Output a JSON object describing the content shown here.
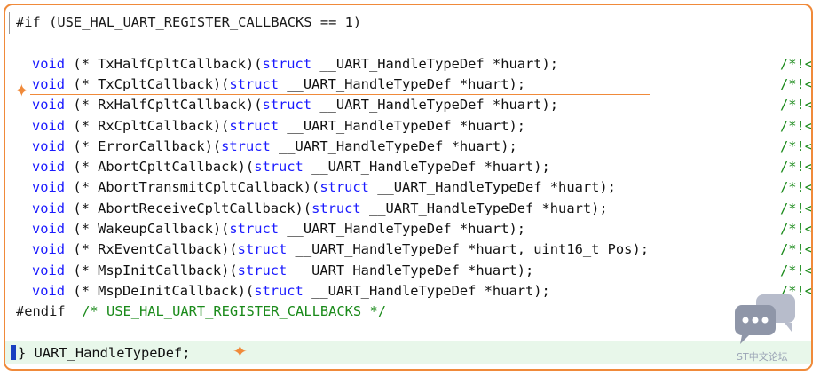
{
  "editor": {
    "lines": [
      {
        "kind": "pp",
        "parts": [
          {
            "c": "pp",
            "t": "#if (USE_HAL_UART_REGISTER_CALLBACKS == 1)"
          }
        ]
      },
      {
        "kind": "blank",
        "parts": []
      },
      {
        "kind": "decl",
        "parts": [
          {
            "c": "kw",
            "t": "void"
          },
          {
            "c": "tx",
            "t": " (* TxHalfCpltCallback)("
          },
          {
            "c": "kw",
            "t": "struct"
          },
          {
            "c": "tx",
            "t": " __UART_HandleTypeDef *huart);"
          },
          {
            "c": "cm",
            "t": "/*!<"
          }
        ]
      },
      {
        "kind": "decl",
        "parts": [
          {
            "c": "kw",
            "t": "void"
          },
          {
            "c": "tx",
            "t": " (* TxCpltCallback)("
          },
          {
            "c": "kw",
            "t": "struct"
          },
          {
            "c": "tx",
            "t": " __UART_HandleTypeDef *huart);"
          },
          {
            "c": "cm",
            "t": "/*!<"
          }
        ]
      },
      {
        "kind": "decl",
        "parts": [
          {
            "c": "kw",
            "t": "void"
          },
          {
            "c": "tx",
            "t": " (* RxHalfCpltCallback)("
          },
          {
            "c": "kw",
            "t": "struct"
          },
          {
            "c": "tx",
            "t": " __UART_HandleTypeDef *huart);"
          },
          {
            "c": "cm",
            "t": "/*!<"
          }
        ]
      },
      {
        "kind": "decl",
        "parts": [
          {
            "c": "kw",
            "t": "void"
          },
          {
            "c": "tx",
            "t": " (* RxCpltCallback)("
          },
          {
            "c": "kw",
            "t": "struct"
          },
          {
            "c": "tx",
            "t": " __UART_HandleTypeDef *huart);"
          },
          {
            "c": "cm",
            "t": "/*!<"
          }
        ]
      },
      {
        "kind": "decl",
        "parts": [
          {
            "c": "kw",
            "t": "void"
          },
          {
            "c": "tx",
            "t": " (* ErrorCallback)("
          },
          {
            "c": "kw",
            "t": "struct"
          },
          {
            "c": "tx",
            "t": " __UART_HandleTypeDef *huart);"
          },
          {
            "c": "cm",
            "t": "/*!<"
          }
        ]
      },
      {
        "kind": "decl",
        "parts": [
          {
            "c": "kw",
            "t": "void"
          },
          {
            "c": "tx",
            "t": " (* AbortCpltCallback)("
          },
          {
            "c": "kw",
            "t": "struct"
          },
          {
            "c": "tx",
            "t": " __UART_HandleTypeDef *huart);"
          },
          {
            "c": "cm",
            "t": "/*!<"
          }
        ]
      },
      {
        "kind": "decl",
        "parts": [
          {
            "c": "kw",
            "t": "void"
          },
          {
            "c": "tx",
            "t": " (* AbortTransmitCpltCallback)("
          },
          {
            "c": "kw",
            "t": "struct"
          },
          {
            "c": "tx",
            "t": " __UART_HandleTypeDef *huart);"
          },
          {
            "c": "cm",
            "t": "/*!<"
          }
        ]
      },
      {
        "kind": "decl",
        "parts": [
          {
            "c": "kw",
            "t": "void"
          },
          {
            "c": "tx",
            "t": " (* AbortReceiveCpltCallback)("
          },
          {
            "c": "kw",
            "t": "struct"
          },
          {
            "c": "tx",
            "t": " __UART_HandleTypeDef *huart);"
          },
          {
            "c": "cm",
            "t": "/*!<"
          }
        ]
      },
      {
        "kind": "decl",
        "parts": [
          {
            "c": "kw",
            "t": "void"
          },
          {
            "c": "tx",
            "t": " (* WakeupCallback)("
          },
          {
            "c": "kw",
            "t": "struct"
          },
          {
            "c": "tx",
            "t": " __UART_HandleTypeDef *huart);"
          },
          {
            "c": "cm",
            "t": "/*!<"
          }
        ]
      },
      {
        "kind": "decl",
        "parts": [
          {
            "c": "kw",
            "t": "void"
          },
          {
            "c": "tx",
            "t": " (* RxEventCallback)("
          },
          {
            "c": "kw",
            "t": "struct"
          },
          {
            "c": "tx",
            "t": " __UART_HandleTypeDef *huart, uint16_t Pos);"
          },
          {
            "c": "cm",
            "t": "/*!<"
          }
        ]
      },
      {
        "kind": "decl",
        "parts": [
          {
            "c": "kw",
            "t": "void"
          },
          {
            "c": "tx",
            "t": " (* MspInitCallback)("
          },
          {
            "c": "kw",
            "t": "struct"
          },
          {
            "c": "tx",
            "t": " __UART_HandleTypeDef *huart);"
          },
          {
            "c": "cm",
            "t": "/*!<"
          }
        ]
      },
      {
        "kind": "decl",
        "parts": [
          {
            "c": "kw",
            "t": "void"
          },
          {
            "c": "tx",
            "t": " (* MspDeInitCallback)("
          },
          {
            "c": "kw",
            "t": "struct"
          },
          {
            "c": "tx",
            "t": " __UART_HandleTypeDef *huart);"
          },
          {
            "c": "cm",
            "t": "/*!<"
          }
        ]
      },
      {
        "kind": "pp",
        "parts": [
          {
            "c": "pp",
            "t": "#endif"
          },
          {
            "c": "cm",
            "t": "  /* USE_HAL_UART_REGISTER_CALLBACKS */"
          }
        ]
      },
      {
        "kind": "blank",
        "parts": []
      },
      {
        "kind": "close",
        "parts": [
          {
            "c": "tx",
            "t": "} UART_HandleTypeDef;"
          }
        ]
      }
    ]
  },
  "watermark": {
    "text": "ST中文论坛"
  },
  "colors": {
    "frame": "#f08a3a",
    "keyword": "#1a1aff",
    "comment": "#1a8a1a",
    "highlight_row": "#e8f7ea"
  },
  "icons": {
    "star_marker": "four-point-star-icon",
    "chat_logo": "chat-bubbles-icon"
  }
}
